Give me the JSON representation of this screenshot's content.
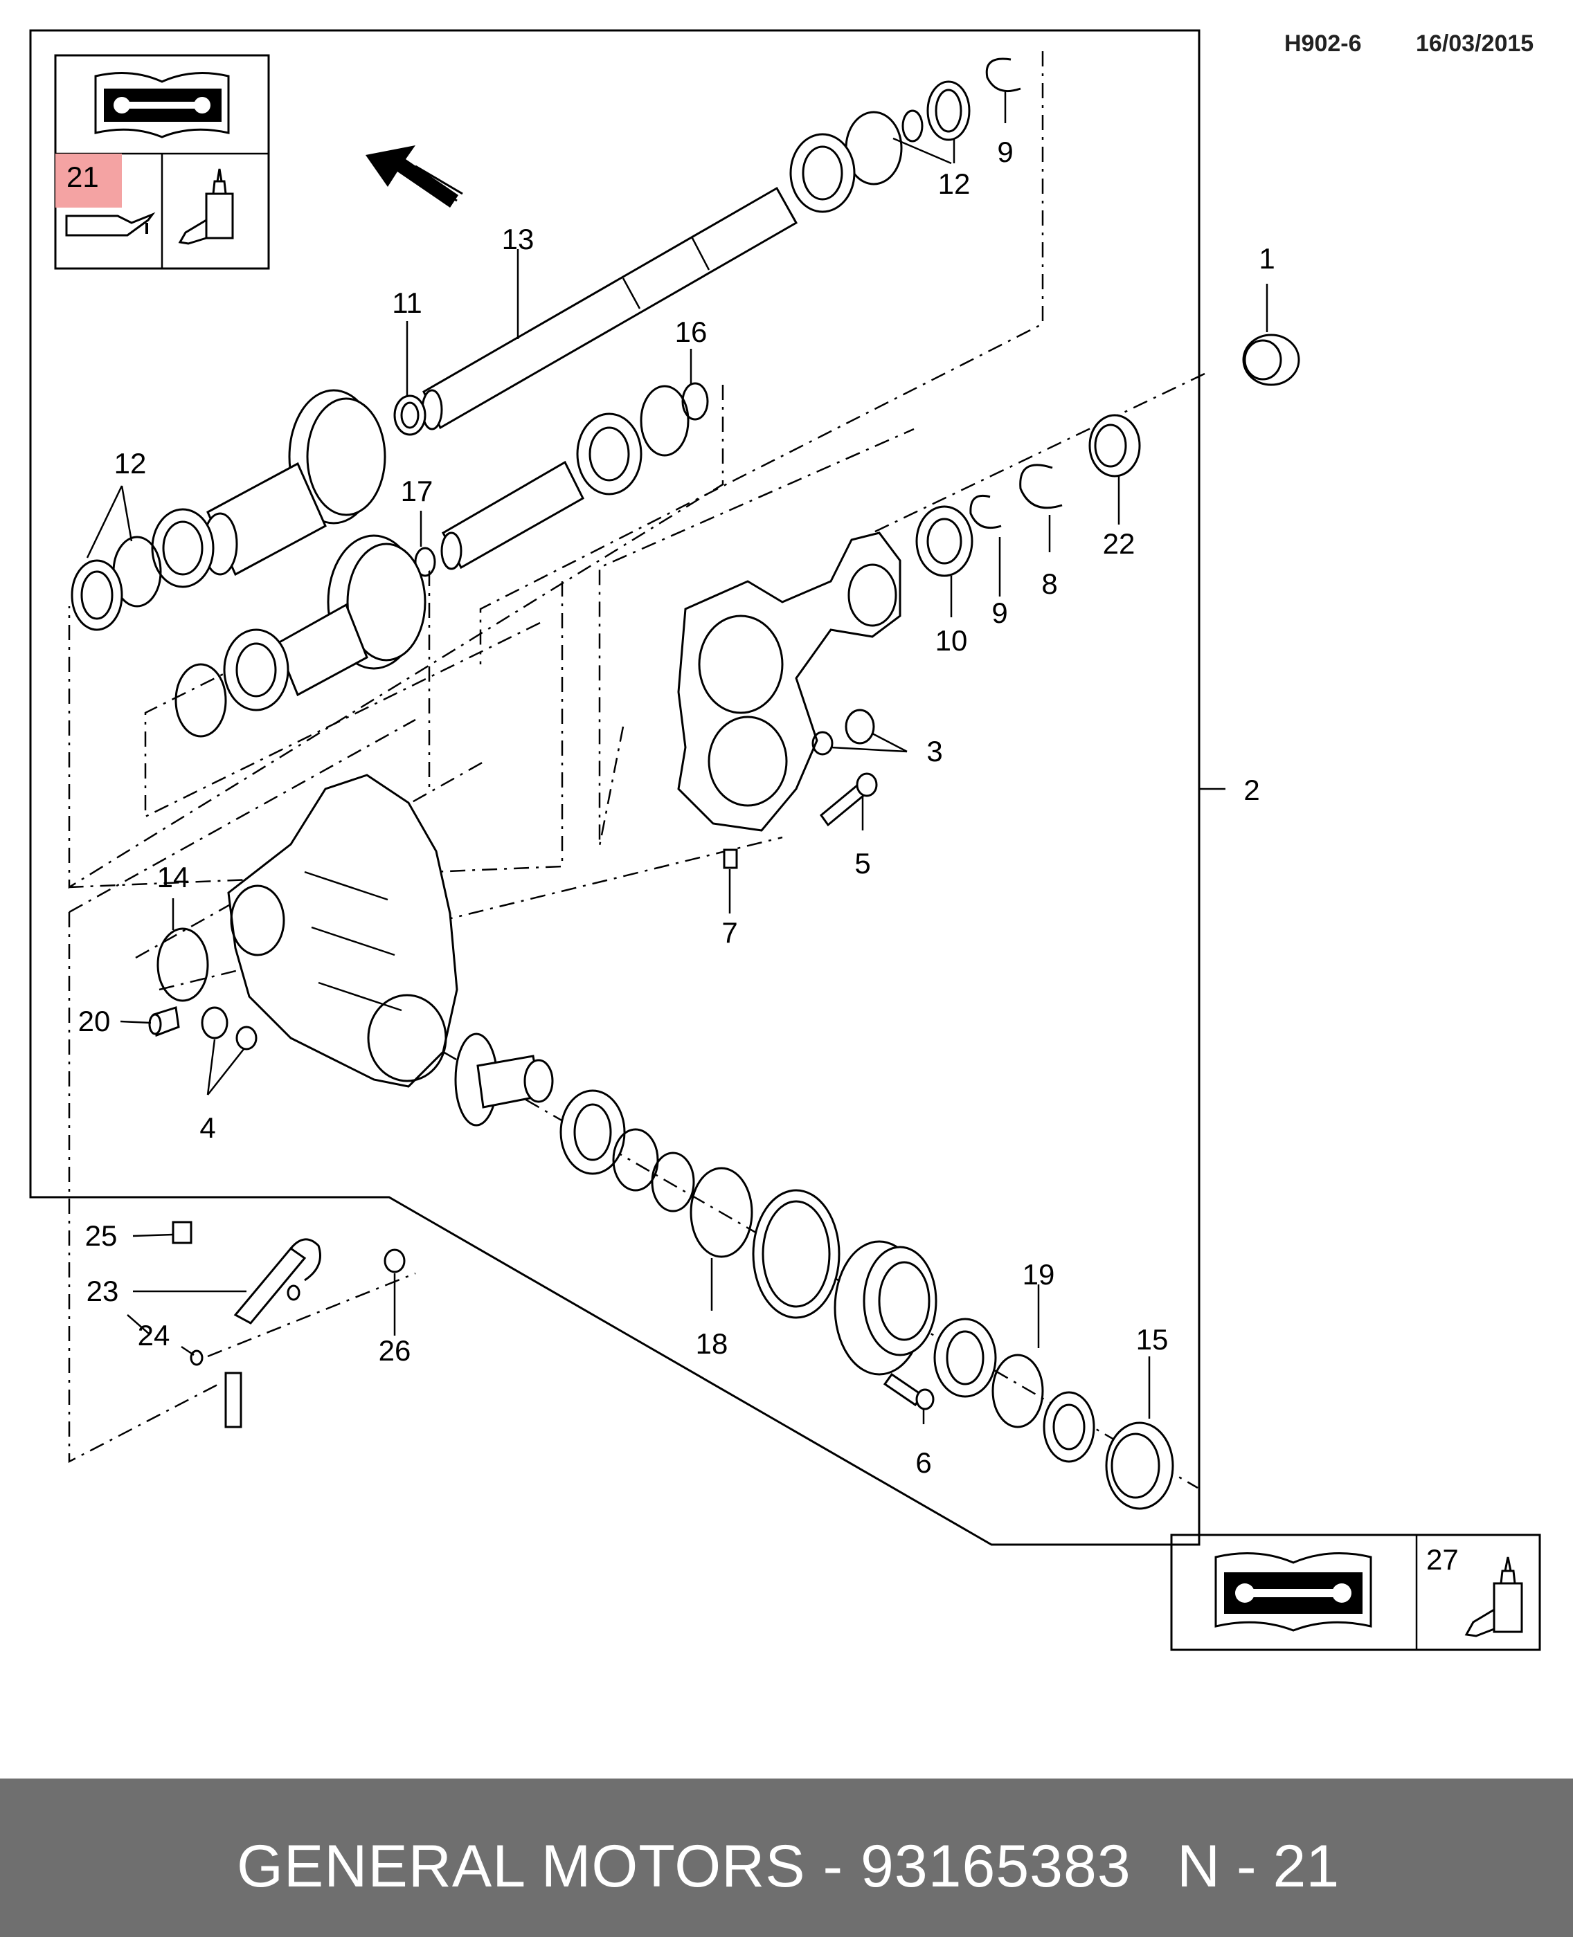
{
  "header": {
    "code": "H902-6",
    "date": "16/03/2015"
  },
  "legend_top": {
    "highlighted_number": "21",
    "book_icon": "repair-manual-icon",
    "oil_icon": "oil-can-icon",
    "sealant_icon": "sealant-tube-icon"
  },
  "legend_bottom": {
    "number": "27",
    "book_icon": "repair-manual-icon",
    "sealant_icon": "sealant-tube-icon"
  },
  "callouts": {
    "c1": "1",
    "c2": "2",
    "c3": "3",
    "c4": "4",
    "c5": "5",
    "c6": "6",
    "c7": "7",
    "c8": "8",
    "c9a": "9",
    "c9b": "9",
    "c10": "10",
    "c11": "11",
    "c12a": "12",
    "c12b": "12",
    "c13": "13",
    "c14": "14",
    "c15": "15",
    "c16": "16",
    "c17": "17",
    "c18": "18",
    "c19": "19",
    "c20": "20",
    "c22": "22",
    "c23": "23",
    "c24": "24",
    "c25": "25",
    "c26": "26"
  },
  "colors": {
    "highlight": "#f4a3a3",
    "footer_bg": "#6f6f6f",
    "footer_text": "#ffffff"
  },
  "footer": {
    "brand_part": "GENERAL MOTORS - 93165383",
    "page": "N - 21"
  }
}
